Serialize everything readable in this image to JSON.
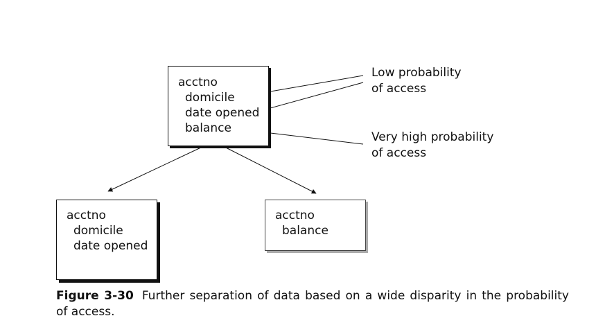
{
  "top_box": {
    "lines": [
      "acctno",
      "domicile",
      "date opened",
      "balance"
    ]
  },
  "left_box": {
    "lines": [
      "acctno",
      "domicile",
      "date opened"
    ]
  },
  "right_box": {
    "lines": [
      "acctno",
      "balance"
    ]
  },
  "annotations": {
    "low": [
      "Low probability",
      "of access"
    ],
    "high": [
      "Very high probability",
      "of access"
    ]
  },
  "caption": {
    "label": "Figure 3-30",
    "text": "Further separation of data based on a wide disparity in the probability of access."
  }
}
